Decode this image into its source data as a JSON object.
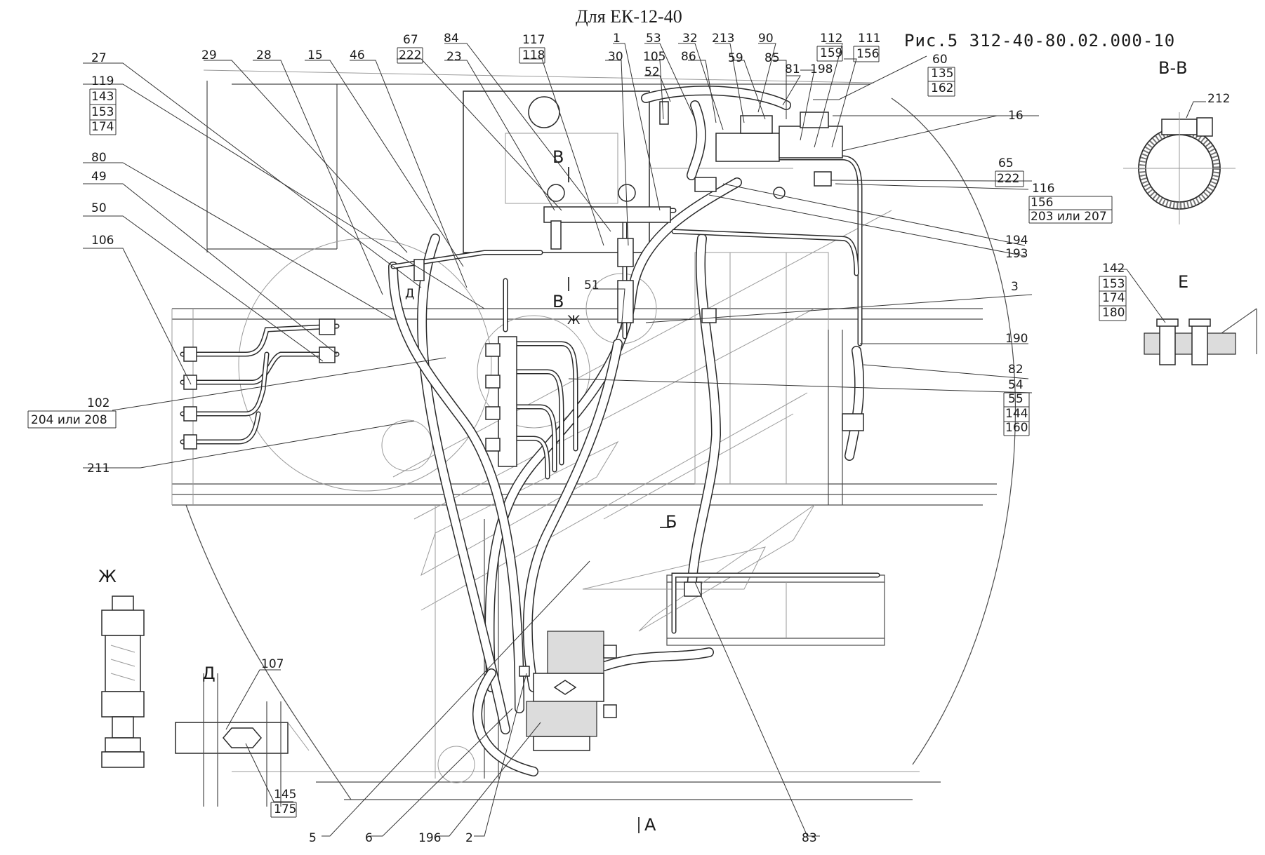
{
  "title": "Для ЕК-12-40",
  "figure_ref": "Рис.5   312-40-80.02.000-10",
  "section_views": {
    "vv": "В-В",
    "e": "Е",
    "zh": "Ж",
    "d": "Д"
  },
  "view_markers": {
    "v_top": "В",
    "v_bottom": "В",
    "zh": "Ж",
    "d": "Д",
    "b": "Б",
    "a": "А"
  },
  "callouts": {
    "c27": "27",
    "c119": [
      "119",
      "143",
      "153",
      "174"
    ],
    "c80": "80",
    "c49": "49",
    "c50": "50",
    "c106": "106",
    "c102": [
      "102",
      "204 или 208"
    ],
    "c211": "211",
    "c29": "29",
    "c28": "28",
    "c15": "15",
    "c46": "46",
    "c67": [
      "67",
      "222"
    ],
    "c84": "84",
    "c23": "23",
    "c117": [
      "117",
      "118"
    ],
    "c1": "1",
    "c30": "30",
    "c53": "53",
    "c105": "105",
    "c52": "52",
    "c32": "32",
    "c86": "86",
    "c213": "213",
    "c59": "59",
    "c90": "90",
    "c85": "85",
    "c81": "81",
    "c112": [
      "112",
      "159"
    ],
    "c198": "198",
    "c111": [
      "111",
      "156"
    ],
    "c60": [
      "60",
      "135",
      "162"
    ],
    "c16": "16",
    "c65": [
      "65",
      "222"
    ],
    "c116": [
      "116",
      "156",
      "203 или 207"
    ],
    "c194": "194",
    "c193": "193",
    "c3": "3",
    "c190": "190",
    "c82": "82",
    "c54": [
      "54",
      "55",
      "144",
      "160"
    ],
    "c51": "51",
    "c212": "212",
    "c142": [
      "142",
      "153",
      "174",
      "180"
    ],
    "c107": "107",
    "c145": [
      "145",
      "175"
    ],
    "c5": "5",
    "c6": "6",
    "c196": "196",
    "c2": "2",
    "c83": "83"
  }
}
